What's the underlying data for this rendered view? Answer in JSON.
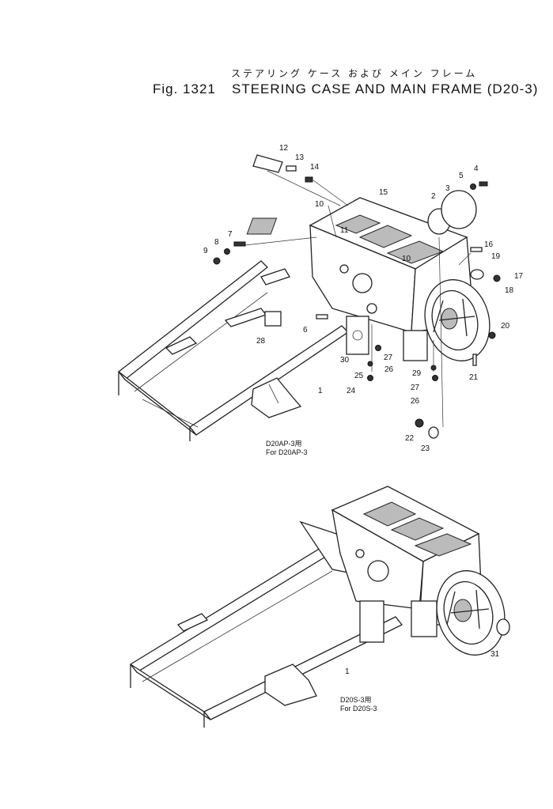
{
  "title": {
    "japanese": "ステアリング ケース および メイン フレーム",
    "figure": "Fig. 1321",
    "english": "STEERING CASE AND MAIN FRAME (D20-3)"
  },
  "variants": [
    {
      "jp": "D20AP-3用",
      "en": "For D20AP-3"
    },
    {
      "jp": "D20S-3用",
      "en": "For D20S-3"
    }
  ],
  "callouts": {
    "upper": [
      "12",
      "13",
      "14",
      "4",
      "5",
      "3",
      "2",
      "15",
      "10",
      "11",
      "7",
      "8",
      "9",
      "16",
      "10",
      "19",
      "17",
      "18",
      "6",
      "20",
      "28",
      "30",
      "27",
      "25",
      "26",
      "29",
      "24",
      "27",
      "26",
      "21",
      "1",
      "22",
      "23"
    ],
    "lower": [
      "1",
      "31"
    ]
  }
}
